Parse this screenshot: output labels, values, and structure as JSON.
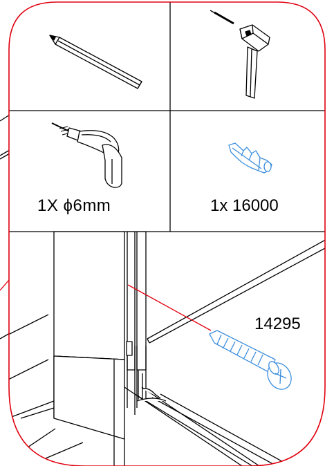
{
  "colors": {
    "line": "#000000",
    "frame": "#e0000f",
    "part": "#3b8ede",
    "background": "#ffffff"
  },
  "panels": [
    {
      "tool": "pencil-icon",
      "label": ""
    },
    {
      "tool": "hammer-icon",
      "label": ""
    },
    {
      "tool": "drill-icon",
      "label": "1X  ϕ6mm"
    },
    {
      "tool": "wall-plug-icon",
      "label": "1x 16000"
    }
  ],
  "callout": {
    "part": "screw-icon",
    "part_number": "14295"
  }
}
